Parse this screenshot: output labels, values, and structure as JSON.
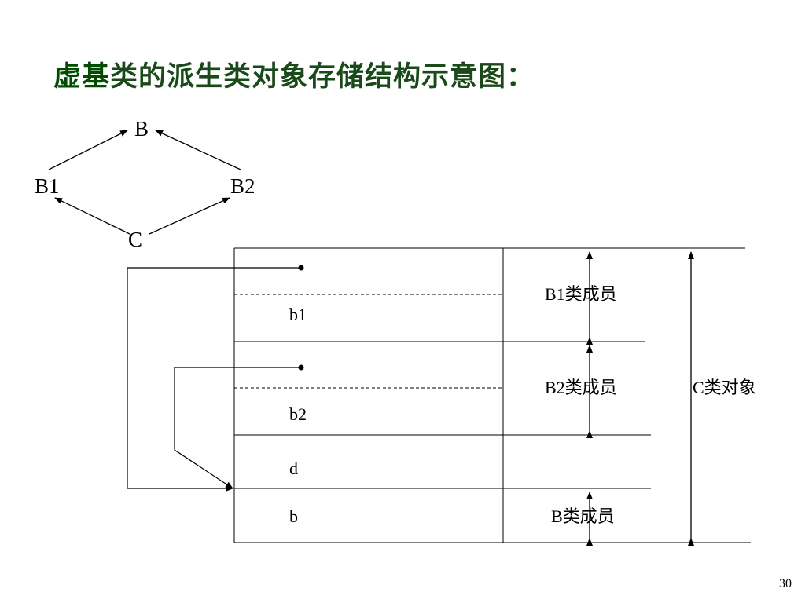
{
  "slide": {
    "title_highlight": "虚基",
    "title_rest": "类的派生类对象存储结构示意图：",
    "title_color": "#1a4a1a",
    "highlight_color": "#004d00",
    "page_number": "30"
  },
  "hierarchy": {
    "nodes": {
      "top": "B",
      "left": "B1",
      "right": "B2",
      "bottom": "C"
    }
  },
  "layout_table": {
    "cells": {
      "b1": "b1",
      "b2": "b2",
      "d": "d",
      "b": "b"
    },
    "group_labels": {
      "b1_members": "B1类成员",
      "b2_members": "B2类成员",
      "b_members": "B类成员",
      "c_object": "C类对象"
    }
  }
}
